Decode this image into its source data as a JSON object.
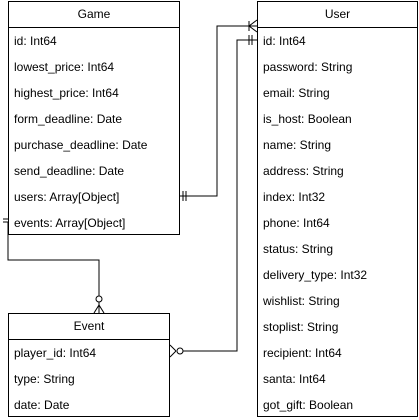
{
  "game": {
    "title": "Game",
    "fields": [
      "id: Int64",
      "lowest_price: Int64",
      "highest_price: Int64",
      "form_deadline: Date",
      "purchase_deadline: Date",
      "send_deadline: Date",
      "users: Array[Object]",
      "events: Array[Object]"
    ]
  },
  "user": {
    "title": "User",
    "fields": [
      "id: Int64",
      "password: String",
      "email: String",
      "is_host: Boolean",
      "name: String",
      "address: String",
      "index: Int32",
      "phone: Int64",
      "status: String",
      "delivery_type: Int32",
      "wishlist: String",
      "stoplist: String",
      "recipient: Int64",
      "santa: Int64",
      "got_gift: Boolean"
    ]
  },
  "event": {
    "title": "Event",
    "fields": [
      "player_id: Int64",
      "type: String",
      "date: Date"
    ]
  },
  "relationships": [
    {
      "from": "Game.users",
      "to": "User",
      "from_end": "one",
      "to_end": "many"
    },
    {
      "from": "User.id",
      "to": "Event.player_id",
      "from_end": "one",
      "to_end": "zero-or-many"
    },
    {
      "from": "Game.events",
      "to": "Event",
      "from_end": "one",
      "to_end": "zero-or-many"
    }
  ]
}
